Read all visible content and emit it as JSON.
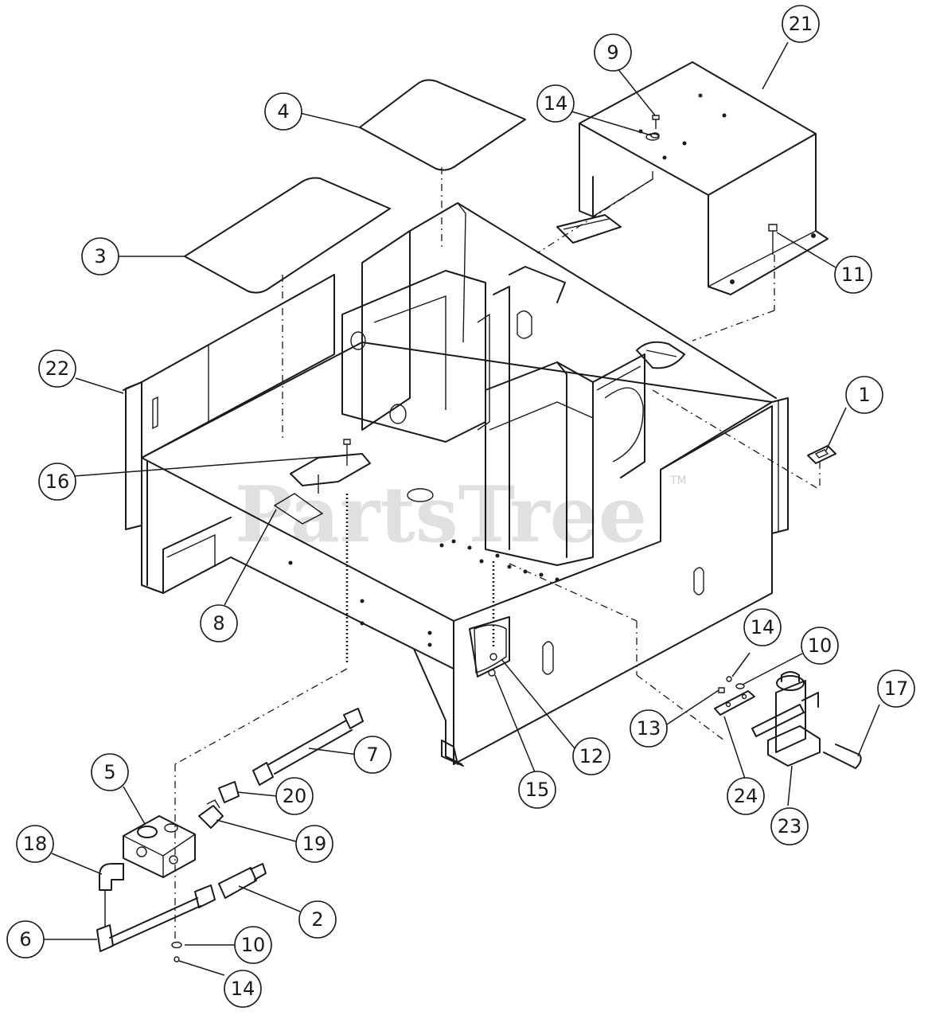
{
  "watermark": {
    "text": "PartsTree",
    "tm": "TM"
  },
  "callouts": [
    {
      "id": "c1",
      "label": "1"
    },
    {
      "id": "c2",
      "label": "2"
    },
    {
      "id": "c3",
      "label": "3"
    },
    {
      "id": "c4",
      "label": "4"
    },
    {
      "id": "c5",
      "label": "5"
    },
    {
      "id": "c6",
      "label": "6"
    },
    {
      "id": "c7",
      "label": "7"
    },
    {
      "id": "c8",
      "label": "8"
    },
    {
      "id": "c9",
      "label": "9"
    },
    {
      "id": "c10a",
      "label": "10"
    },
    {
      "id": "c10b",
      "label": "10"
    },
    {
      "id": "c11",
      "label": "11"
    },
    {
      "id": "c12",
      "label": "12"
    },
    {
      "id": "c13",
      "label": "13"
    },
    {
      "id": "c14a",
      "label": "14"
    },
    {
      "id": "c14b",
      "label": "14"
    },
    {
      "id": "c14c",
      "label": "14"
    },
    {
      "id": "c15",
      "label": "15"
    },
    {
      "id": "c16",
      "label": "16"
    },
    {
      "id": "c17",
      "label": "17"
    },
    {
      "id": "c18",
      "label": "18"
    },
    {
      "id": "c19",
      "label": "19"
    },
    {
      "id": "c20",
      "label": "20"
    },
    {
      "id": "c21",
      "label": "21"
    },
    {
      "id": "c22",
      "label": "22"
    },
    {
      "id": "c23",
      "label": "23"
    },
    {
      "id": "c24",
      "label": "24"
    }
  ]
}
